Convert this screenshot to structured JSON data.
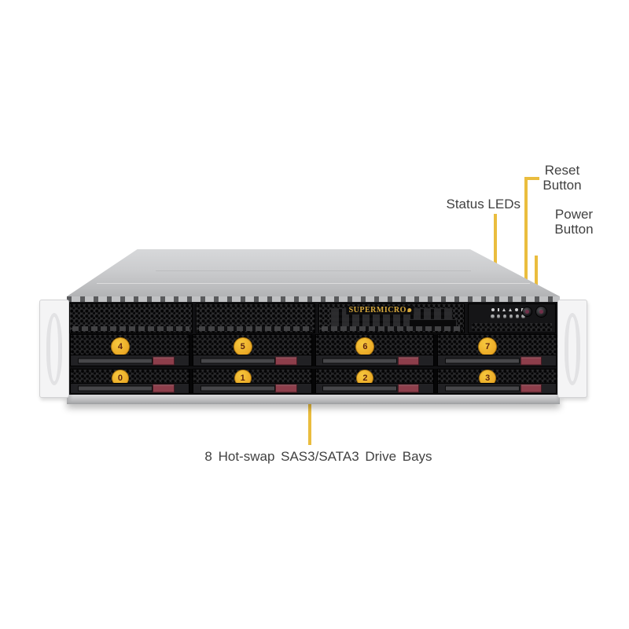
{
  "callouts": {
    "status_leds": {
      "label": "Status LEDs"
    },
    "reset_button": {
      "label": "Reset Button"
    },
    "power_button": {
      "label": "Power Button"
    },
    "drive_bays": {
      "label": "8 Hot-swap SAS3/SATA3 Drive Bays"
    }
  },
  "server": {
    "brand": "SUPERMICRO",
    "drive_bays": {
      "top_row": [
        "4",
        "5",
        "6",
        "7"
      ],
      "bottom_row": [
        "0",
        "1",
        "2",
        "3"
      ]
    },
    "control_panel": {
      "status_led_count": 6,
      "buttons": [
        "reset",
        "power"
      ]
    }
  },
  "colors": {
    "callout_line": "#eabd3e",
    "bay_badge": "#efae2b",
    "badge_text": "#5e2312",
    "tray_latch": "#8d3e4b",
    "logo_gold": "#d8a93c",
    "chassis_top": "#cbccce",
    "front_panel": "#111113",
    "label_text": "#414141",
    "background": "#ffffff"
  }
}
